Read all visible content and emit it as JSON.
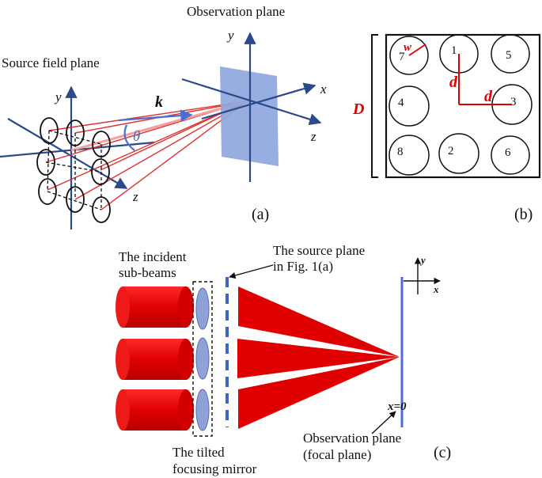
{
  "panel_a": {
    "title_observation": "Observation plane",
    "title_source": "Source field plane",
    "axis_y_source": "y",
    "axis_z_source": "z",
    "axis_y_obs": "y",
    "axis_x_obs": "x",
    "axis_z_obs": "z",
    "wavevector": "k",
    "angle": "θ",
    "tag": "(a)"
  },
  "panel_b": {
    "beam_labels": [
      "7",
      "1",
      "5",
      "4",
      "3",
      "8",
      "2",
      "6"
    ],
    "w": "w",
    "d1": "d",
    "d2": "d",
    "D": "D",
    "tag": "(b)"
  },
  "panel_c": {
    "incident_line1": "The incident",
    "incident_line2": "sub-beams",
    "source_line1": "The source plane",
    "source_line2": "in Fig. 1(a)",
    "mirror_line1": "The tilted",
    "mirror_line2": "focusing mirror",
    "obs_line1": "Observation plane",
    "obs_line2": "(focal plane)",
    "x0": "x=0",
    "axis_y": "y",
    "axis_x": "x",
    "tag": "(c)"
  },
  "colors": {
    "beam_red": "#e00000",
    "ray_red": "#e33030",
    "axis_blue": "#2a4a8a",
    "plane_blue": "#8fa6dd",
    "lens_blue": "#8ea2d8",
    "dash_blue": "#3d64c8",
    "line_blue": "#4a6fd0"
  }
}
